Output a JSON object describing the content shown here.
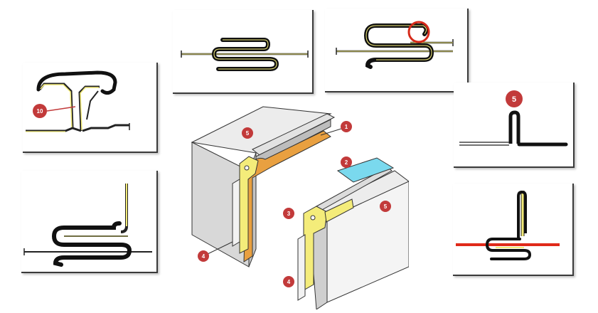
{
  "colors": {
    "steel": "#111111",
    "outline": "#222222",
    "yellow": "#f4ec7a",
    "orange": "#e9a040",
    "cyan": "#7ad9ee",
    "red_badge": "#c23a3a",
    "red_sheet": "#e02a1a",
    "box_light": "#ececec",
    "box_mid": "#d8d8d8",
    "box_dark": "#c4c4c4"
  },
  "callouts": {
    "c10": "10",
    "c5_small": "5",
    "c1": "1",
    "c2": "2",
    "c3": "3",
    "c4_left": "4",
    "c4_right": "4",
    "c5_box_left": "5",
    "c5_box_right": "5"
  }
}
